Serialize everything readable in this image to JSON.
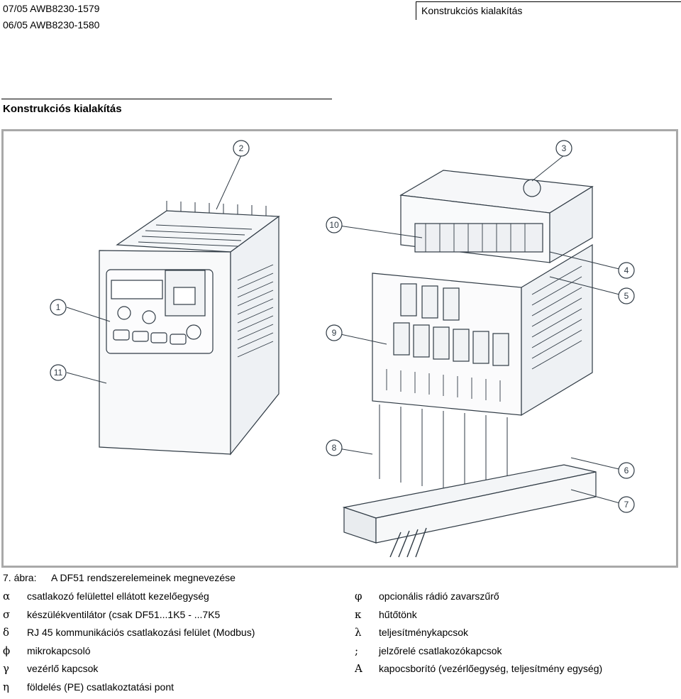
{
  "header": {
    "doc_id_1": "07/05 AWB8230-1579",
    "doc_id_2": "06/05 AWB8230-1580",
    "running_title": "Konstrukciós kialakítás"
  },
  "section": {
    "title": "Konstrukciós kialakítás"
  },
  "figure": {
    "callouts": [
      "1",
      "2",
      "3",
      "4",
      "5",
      "6",
      "7",
      "8",
      "9",
      "10",
      "11"
    ]
  },
  "caption": {
    "number": "7. ábra:",
    "text": "A DF51 rendszerelemeinek megnevezése"
  },
  "legend_left": [
    {
      "symbol": "α",
      "text": "csatlakozó felülettel ellátott kezelőegység"
    },
    {
      "symbol": "σ",
      "text": "készülékventilátor (csak DF51...1K5 - ...7K5"
    },
    {
      "symbol": "δ",
      "text": "RJ 45 kommunikációs csatlakozási felület (Modbus)"
    },
    {
      "symbol": "ϕ",
      "text": "mikrokapcsoló"
    },
    {
      "symbol": "γ",
      "text": "vezérlő kapcsok"
    },
    {
      "symbol": "η",
      "text": "földelés (PE) csatlakoztatási pont"
    }
  ],
  "legend_right": [
    {
      "symbol": "φ",
      "text": "opcionális rádió zavarszűrő"
    },
    {
      "symbol": "κ",
      "text": "hűtőtönk"
    },
    {
      "symbol": "λ",
      "text": "teljesítménykapcsok"
    },
    {
      "symbol": ";",
      "text": "jelzőrelé csatlakozókapcsok"
    },
    {
      "symbol": "Α",
      "text": "kapocsborító (vezérlőegység, teljesítmény egység)"
    }
  ]
}
